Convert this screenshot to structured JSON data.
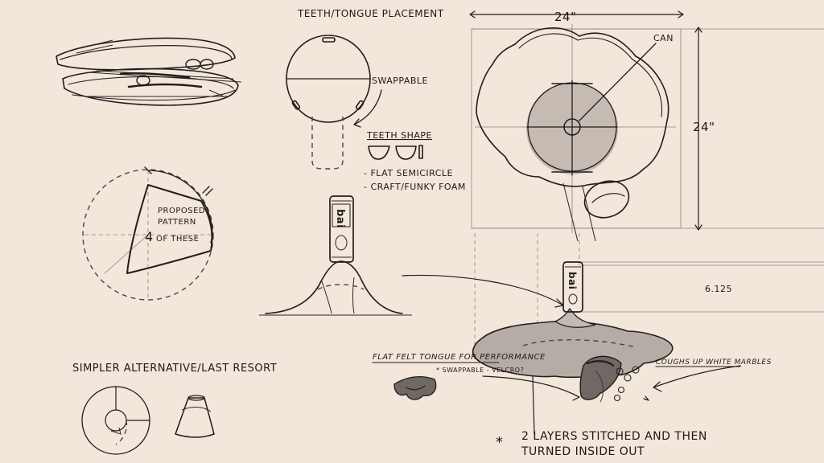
{
  "labels": {
    "teeth_tongue_placement": "TEETH/TONGUE PLACEMENT",
    "swappable": "SWAPPABLE",
    "teeth_shape": "TEETH SHAPE",
    "flat_semicircle": "- FLAT SEMICIRCLE",
    "craft_foam": "- CRAFT/FUNKY FOAM",
    "proposed_pattern_1": "PROPOSED",
    "proposed_pattern_2": "PATTERN",
    "four_of_these_num": "4",
    "four_of_these_text": "OF THESE",
    "simpler_alternative": "SIMPLER ALTERNATIVE/LAST RESORT",
    "dim_width": "24\"",
    "dim_height": "24\"",
    "can": "CAN",
    "height_value": "6.125",
    "felt_tongue": "FLAT FELT TONGUE FOR PERFORMANCE",
    "swappable_velcro": "* SWAPPABLE - VELCRO?",
    "coughs_marbles": "COUGHS UP WHITE MARBLES",
    "layers_1": "2 LAYERS STITCHED AND THEN",
    "layers_2": "TURNED INSIDE OUT",
    "asterisk": "*",
    "can_brand": "bai"
  },
  "colors": {
    "paper": "#f3e6da",
    "ink": "#1f1e1c",
    "shade": "#b6aca6",
    "tongue": "#6f6864"
  }
}
